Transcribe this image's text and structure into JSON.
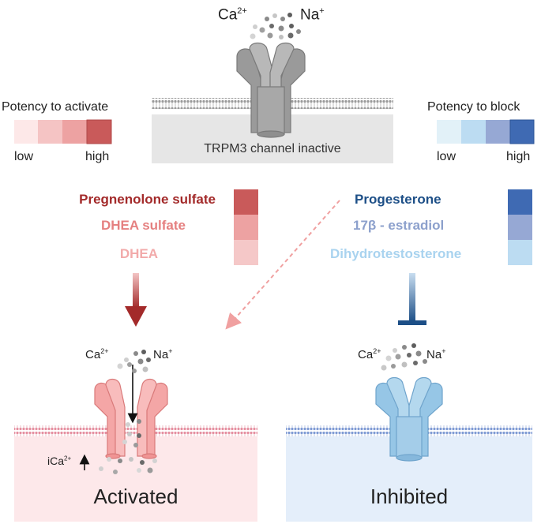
{
  "top": {
    "ion_left": "Ca",
    "ion_left_charge": "2+",
    "ion_right": "Na",
    "ion_right_charge": "+",
    "channel_label": "TRPM3 channel inactive"
  },
  "activate_legend": {
    "title": "Potency to activate",
    "low": "low",
    "high": "high",
    "swatches": [
      "#fde8e8",
      "#f5c4c4",
      "#eda2a2",
      "#c95a5a"
    ]
  },
  "block_legend": {
    "title": "Potency to block",
    "low": "low",
    "high": "high",
    "swatches": [
      "#e2f1f8",
      "#bcdcf2",
      "#96a8d4",
      "#3f6ab3"
    ]
  },
  "activators": [
    {
      "name": "Pregnenolone sulfate",
      "color": "#a32a2a",
      "swatch": "#c95a5a"
    },
    {
      "name": "DHEA sulfate",
      "color": "#e58080",
      "swatch": "#eda2a2"
    },
    {
      "name": "DHEA",
      "color": "#f2aaaa",
      "swatch": "#f5c8c8"
    }
  ],
  "blockers": [
    {
      "name": "Progesterone",
      "color": "#1d4f87",
      "swatch": "#3f6ab3"
    },
    {
      "name": "17β - estradiol",
      "color": "#8ca0cc",
      "swatch": "#96a8d4"
    },
    {
      "name": "Dihydrotestosterone",
      "color": "#a9d3ef",
      "swatch": "#bcdcf2"
    }
  ],
  "activated": {
    "ion_left": "Ca",
    "ion_left_charge": "2+",
    "ion_right": "Na",
    "ion_right_charge": "+",
    "current_label": "iCa",
    "current_charge": "2+",
    "state_label": "Activated"
  },
  "inhibited": {
    "ion_left": "Ca",
    "ion_left_charge": "2+",
    "ion_right": "Na",
    "ion_right_charge": "+",
    "state_label": "Inhibited"
  }
}
